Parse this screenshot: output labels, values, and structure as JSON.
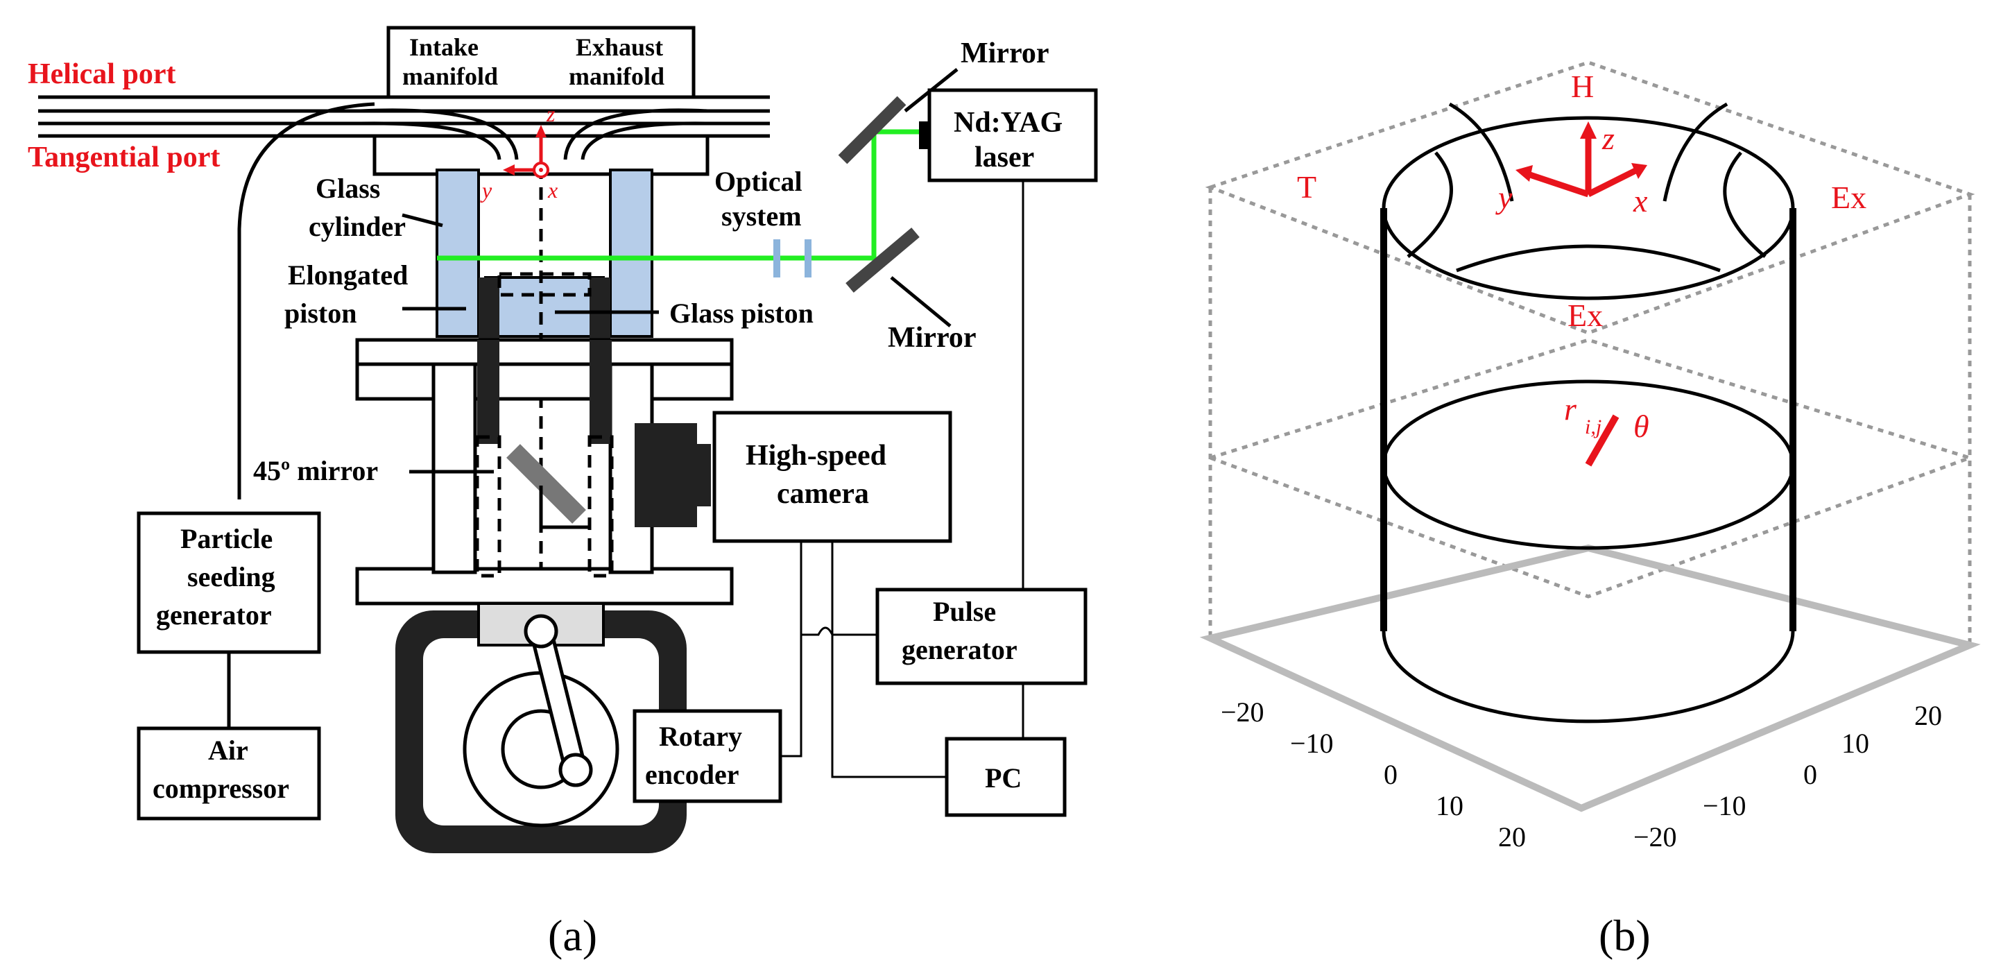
{
  "panel_a": {
    "caption": "(a)",
    "labels": {
      "helical_port": "Helical port",
      "tangential_port": "Tangential port",
      "intake_manifold_1": "Intake",
      "intake_manifold_2": "manifold",
      "exhaust_manifold_1": "Exhaust",
      "exhaust_manifold_2": "manifold",
      "axis_z": "z",
      "axis_y": "y",
      "axis_x": "x",
      "mirror_top": "Mirror",
      "laser_1": "Nd:YAG",
      "laser_2": "laser",
      "glass_cylinder_1": "Glass",
      "glass_cylinder_2": "cylinder",
      "optical_system_1": "Optical",
      "optical_system_2": "system",
      "elongated_piston_1": "Elongated",
      "elongated_piston_2": "piston",
      "glass_piston": "Glass piston",
      "mirror_bottom": "Mirror",
      "mirror_45": "45º mirror",
      "camera_1": "High-speed",
      "camera_2": "camera",
      "seeding_1": "Particle",
      "seeding_2": "seeding",
      "seeding_3": "generator",
      "pulse_1": "Pulse",
      "pulse_2": "generator",
      "air_1": "Air",
      "air_2": "compressor",
      "rotary_1": "Rotary",
      "rotary_2": "encoder",
      "pc": "PC"
    }
  },
  "panel_b": {
    "caption": "(b)",
    "labels": {
      "H": "H",
      "T": "T",
      "Ex_right": "Ex",
      "Ex_front": "Ex",
      "axis_z": "z",
      "axis_y": "y",
      "axis_x": "x",
      "r_ij": "r",
      "r_sub": "i,j",
      "theta": "θ"
    },
    "left_axis_ticks": [
      "−20",
      "−10",
      "0",
      "10",
      "20"
    ],
    "right_axis_ticks": [
      "20",
      "10",
      "0",
      "−10",
      "−20"
    ]
  },
  "colors": {
    "annotation_red": "#e8141c",
    "laser_green": "#22ee22",
    "glass_blue": "#b6cde9",
    "grey_axis": "#999999"
  }
}
